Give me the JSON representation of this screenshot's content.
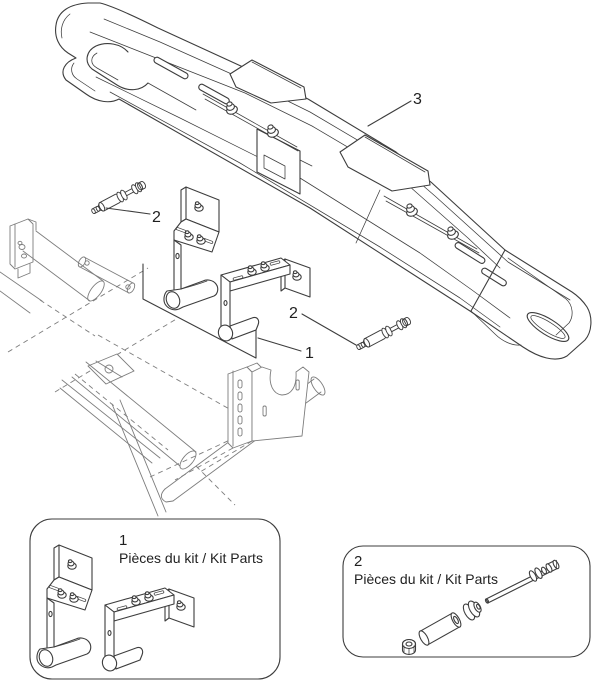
{
  "diagram": {
    "background_color": "#ffffff",
    "line_color": "#3d3d3d",
    "ghost_line_color": "#7d7d7d",
    "text_color": "#1f1f1f",
    "callouts": {
      "bumper": {
        "number": "3"
      },
      "bracket_group": {
        "number": "1"
      },
      "bolt_upper": {
        "number": "2"
      },
      "bolt_lower": {
        "number": "2"
      }
    },
    "kit_boxes": {
      "kit1": {
        "number": "1",
        "label": "Pièces du kit / Kit Parts"
      },
      "kit2": {
        "number": "2",
        "label": "Pièces du kit / Kit Parts"
      }
    }
  }
}
